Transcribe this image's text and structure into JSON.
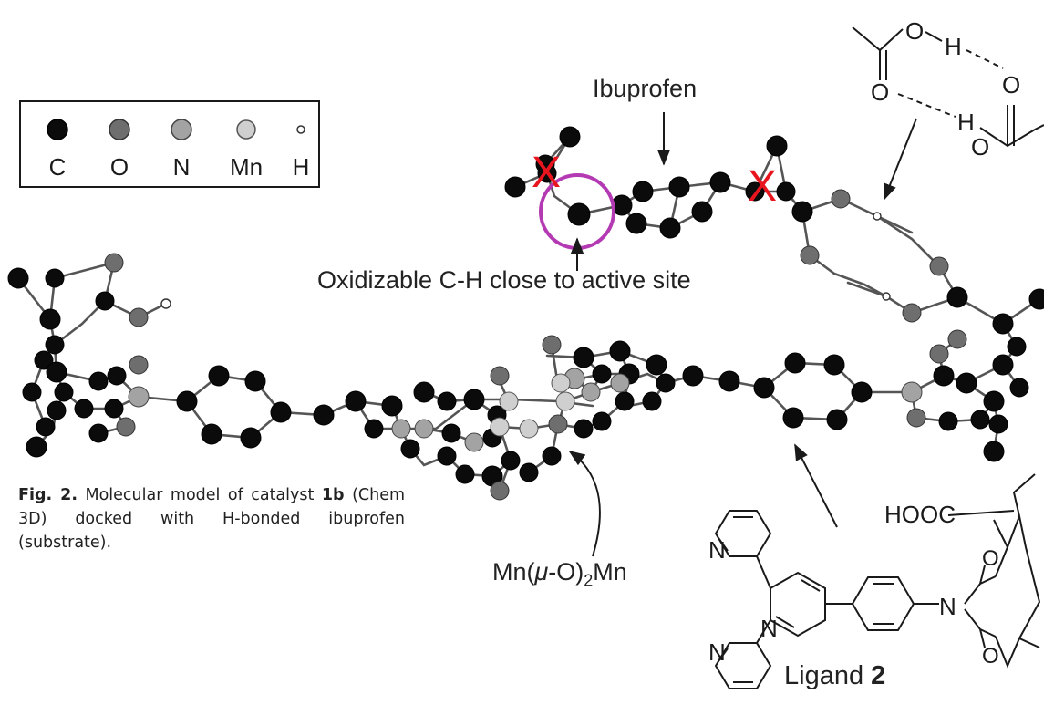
{
  "legend": {
    "items": [
      {
        "symbol": "C",
        "color": "#0b0b0b"
      },
      {
        "symbol": "O",
        "color": "#6e6e6e"
      },
      {
        "symbol": "N",
        "color": "#a3a3a3"
      },
      {
        "symbol": "Mn",
        "color": "#cfcfcf"
      },
      {
        "symbol": "H",
        "color": "#ffffff"
      }
    ]
  },
  "annotations": {
    "ibuprofen": "Ibuprofen",
    "oxidizable": "Oxidizable C-H close to active site",
    "mn_core_prefix": "Mn(",
    "mn_core_mu": "μ",
    "mn_core_mid": "-O)",
    "mn_core_sub": "2",
    "mn_core_suffix": "Mn",
    "ligand_prefix": "Ligand ",
    "ligand_number": "2",
    "blocked_mark": "X"
  },
  "chem_labels": {
    "acid_o_upper": "O",
    "acid_o_lower": "O",
    "acid_h_upper": "H",
    "acid_h_lower": "H",
    "acid_o_right_top": "O",
    "acid_o_right_bottom": "O",
    "ligand_hooc": "HOOC",
    "ligand_n1": "N",
    "ligand_n2": "N",
    "ligand_n3": "N",
    "ligand_n_imide": "N",
    "ligand_o_top": "O",
    "ligand_o_bottom": "O"
  },
  "caption": {
    "fig_label": "Fig. 2.",
    "text_1": " Molecular model of catalyst ",
    "compound": "1b",
    "text_2": " (Chem 3D) docked with H-bonded ibuprofen (substrate)."
  },
  "colors": {
    "carbon": "#0b0b0b",
    "oxygen": "#6e6e6e",
    "nitrogen": "#a3a3a3",
    "manganese": "#cfcfcf",
    "hydrogen": "#ffffff",
    "highlight_circle": "#b43ab4",
    "blocked_mark": "#e8141e"
  }
}
